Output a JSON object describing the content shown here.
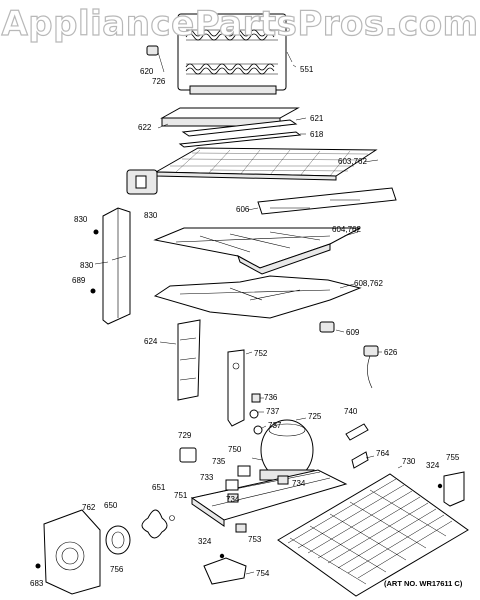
{
  "watermark": "AppliancePartsPros.com",
  "art_number": "(ART NO. WR17611 C)",
  "callouts": {
    "c620": "620",
    "c726": "726",
    "c551": "551",
    "c622": "622",
    "c621": "621",
    "c618": "618",
    "c603": "603,762",
    "c830a": "830",
    "c830b": "830",
    "c830c": "830",
    "c606": "606",
    "c604": "604,762",
    "c689": "689",
    "c608": "608,762",
    "c609": "609",
    "c624": "624",
    "c752": "752",
    "c626": "626",
    "c736": "736",
    "c737a": "737",
    "c737b": "737",
    "c725": "725",
    "c740": "740",
    "c729": "729",
    "c750": "750",
    "c764": "764",
    "c730": "730",
    "c324a": "324",
    "c755": "755",
    "c735": "735",
    "c733": "733",
    "c734a": "734",
    "c734b": "734",
    "c651": "651",
    "c751": "751",
    "c762": "762",
    "c650": "650",
    "c753": "753",
    "c324b": "324",
    "c683": "683",
    "c756": "756",
    "c754": "754"
  }
}
